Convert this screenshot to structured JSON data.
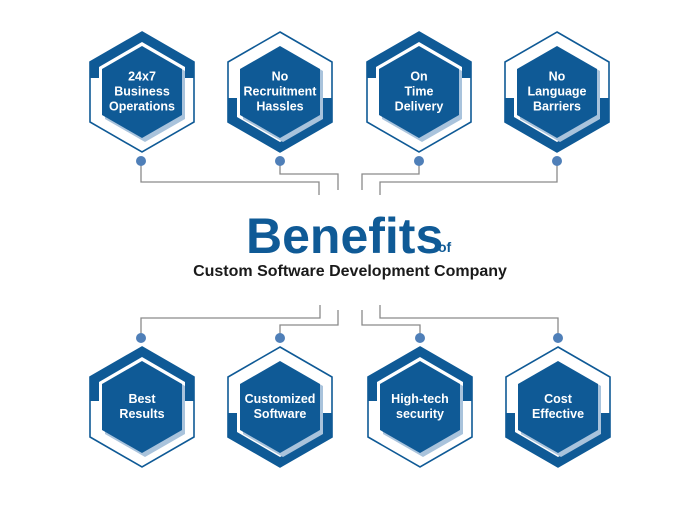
{
  "title": {
    "main": "Benefits",
    "connector": "of",
    "subtitle": "Custom Software Development Company"
  },
  "colors": {
    "primary": "#0f5a96",
    "light": "#a9c3dc",
    "connector": "#8a8a8a",
    "dot": "#4f7fb8",
    "subtitle": "#1a1a1a"
  },
  "benefits_top": [
    {
      "lines": [
        "24x7",
        "Business",
        "Operations"
      ],
      "style": "top-bar"
    },
    {
      "lines": [
        "No",
        "Recruitment",
        "Hassles"
      ],
      "style": "bottom-bar"
    },
    {
      "lines": [
        "On",
        "Time",
        "Delivery"
      ],
      "style": "top-bar"
    },
    {
      "lines": [
        "No",
        "Language",
        "Barriers"
      ],
      "style": "bottom-bar"
    }
  ],
  "benefits_bottom": [
    {
      "lines": [
        "Best",
        "Results"
      ],
      "style": "top-bar"
    },
    {
      "lines": [
        "Customized",
        "Software"
      ],
      "style": "bottom-bar"
    },
    {
      "lines": [
        "High-tech",
        "security"
      ],
      "style": "top-bar"
    },
    {
      "lines": [
        "Cost",
        "Effective"
      ],
      "style": "bottom-bar"
    }
  ]
}
